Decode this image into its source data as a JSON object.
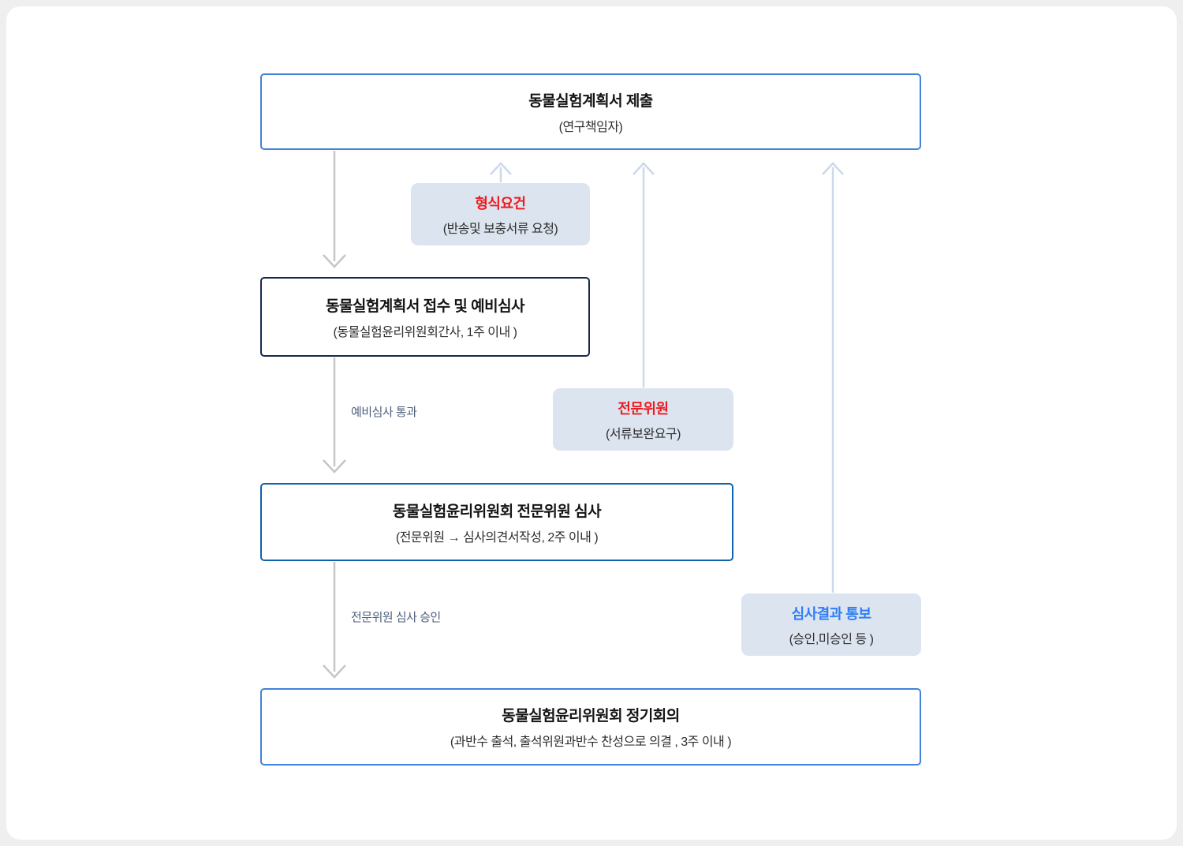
{
  "colors": {
    "page_background": "#efefef",
    "card_background": "#ffffff",
    "box1_border": "#4183d7",
    "box2_border": "#16294f",
    "box3_border": "#0f62ab",
    "box4_border": "#4183d7",
    "side_box_background": "#dce4ef",
    "red_accent": "#ee1b21",
    "blue_accent": "#2d7ef7",
    "down_arrow": "#c6c6c6",
    "up_arrow": "#ccd9ea",
    "arrow_label": "#4e5f7d"
  },
  "flow": {
    "main_boxes": [
      {
        "title": "동물실험계획서 제출",
        "subtitle": "(연구책임자)"
      },
      {
        "title": "동물실험계획서 접수 및 예비심사",
        "subtitle": "(동물실험윤리위원회간사, 1주 이내 )"
      },
      {
        "title": "동물실험윤리위원회 전문위원 심사",
        "subtitle": "(전문위원 → 심사의견서작성, 2주 이내 )"
      },
      {
        "title": "동물실험윤리위원회 정기회의",
        "subtitle": "(과반수 출석, 출석위원과반수 찬성으로 의결 , 3주 이내 )"
      }
    ],
    "side_boxes": [
      {
        "title": "형식요건",
        "subtitle": "(반송및 보충서류 요청)"
      },
      {
        "title": "전문위원",
        "subtitle": "(서류보완요구)"
      },
      {
        "title": "심사결과 통보",
        "subtitle": "(승인,미승인 등  )"
      }
    ],
    "arrow_labels": [
      {
        "text": "예비심사 통과"
      },
      {
        "text": "전문위원 심사 승인"
      }
    ]
  }
}
